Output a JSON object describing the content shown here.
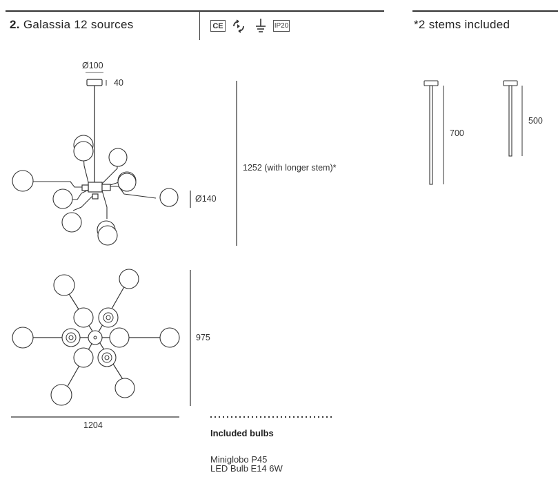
{
  "header": {
    "section_number": "2.",
    "section_title": "Galassia 12 sources",
    "stems_note": "*2 stems included"
  },
  "cert_icons": {
    "ce_mark": "CE",
    "ip_rating": "IP20",
    "icon_names": [
      "ce-mark-icon",
      "class-ii-insulation-icon",
      "ground-icon",
      "ip20-icon"
    ]
  },
  "dimensions": {
    "canopy_diameter": "Ø100",
    "canopy_height": "40",
    "total_height": "1252 (with longer stem)*",
    "sphere_diameter": "Ø140",
    "plan_depth": "975",
    "plan_width": "1204",
    "stem_long": "700",
    "stem_short": "500"
  },
  "bulbs": {
    "title": "Included bulbs",
    "line1": "Miniglobo P45",
    "line2": "LED Bulb E14 6W"
  }
}
